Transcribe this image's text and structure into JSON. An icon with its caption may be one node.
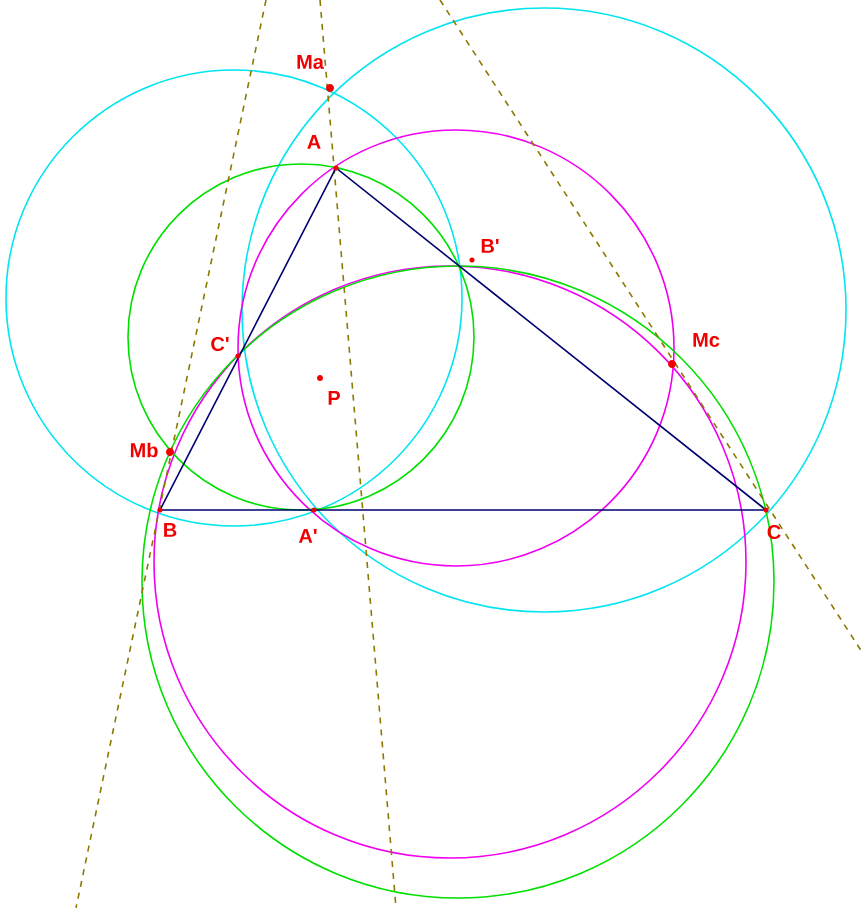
{
  "diagram": {
    "labels": [
      "Ma",
      "A",
      "B'",
      "C'",
      "P",
      "Mc",
      "Mb",
      "B",
      "A'",
      "C"
    ]
  }
}
